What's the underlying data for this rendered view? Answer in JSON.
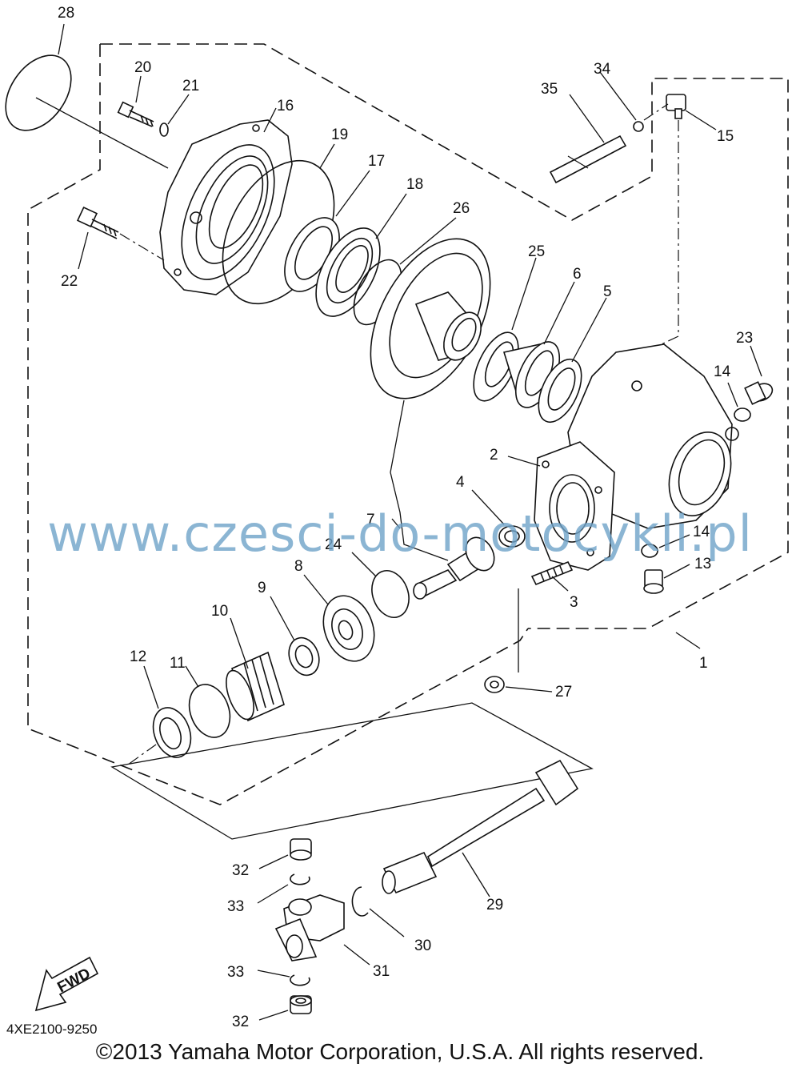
{
  "diagram": {
    "part_numbers": [
      "28",
      "20",
      "21",
      "16",
      "19",
      "17",
      "18",
      "26",
      "34",
      "35",
      "15",
      "22",
      "25",
      "6",
      "5",
      "23",
      "14",
      "2",
      "4",
      "7",
      "24",
      "14",
      "13",
      "8",
      "3",
      "9",
      "10",
      "11",
      "12",
      "1",
      "27",
      "32",
      "33",
      "29",
      "30",
      "31",
      "33",
      "32"
    ],
    "fwd_label": "FWD",
    "drawing_code": "4XE2100-9250",
    "copyright": "©2013 Yamaha Motor Corporation, U.S.A. All rights reserved.",
    "watermark": "www.czesci-do-motocykli.pl",
    "colors": {
      "line": "#111111",
      "watermark": "#6fa3c9",
      "background": "#ffffff"
    }
  }
}
